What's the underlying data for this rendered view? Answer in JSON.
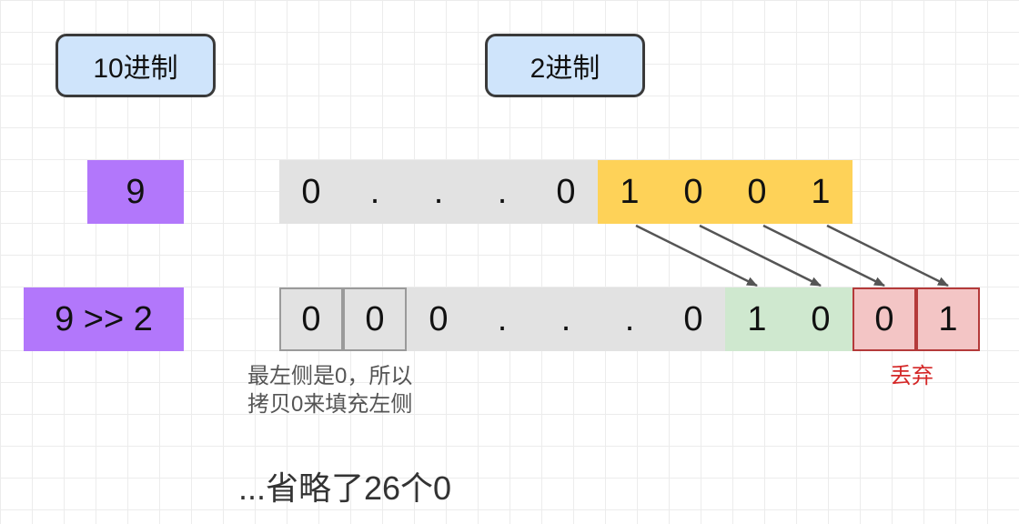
{
  "headers": {
    "decimal": "10进制",
    "binary": "2进制"
  },
  "row1": {
    "decimal": "9",
    "bits": [
      "0",
      ".",
      ".",
      ".",
      "0",
      "1",
      "0",
      "0",
      "1"
    ]
  },
  "row2": {
    "decimal": "9 >> 2",
    "bits": [
      "0",
      "0",
      "0",
      ".",
      ".",
      ".",
      "0",
      "1",
      "0",
      "0",
      "1"
    ]
  },
  "notes": {
    "fill_left": "最左侧是0，所以\n拷贝0来填充左侧",
    "discarded": "丢弃",
    "omitted": "...省略了26个0"
  },
  "colors": {
    "header_fill": "#cfe4fb",
    "decimal_fill": "#b277fb",
    "shifted_bits_fill": "#fed258",
    "kept_bits_fill": "#cfe8cf",
    "dropped_bits_fill": "#f3c5c5",
    "dropped_border": "#b43a3a",
    "discard_text": "#d42727",
    "arrow": "#555555"
  }
}
